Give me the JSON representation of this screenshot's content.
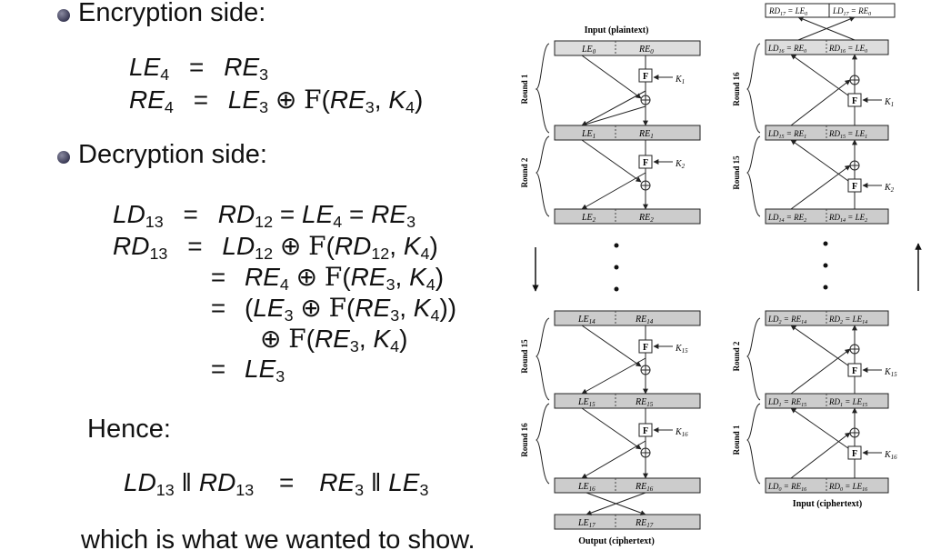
{
  "left": {
    "encryption_heading": "Encryption side:",
    "decryption_heading": "Decryption side:",
    "hence_label": "Hence:",
    "conclusion": "which is what we wanted to show.",
    "eq1": {
      "lhs": "LE",
      "lhs_sub": "4",
      "rel": "=",
      "rhs": "RE",
      "rhs_sub": "3"
    },
    "eq2": {
      "lhs": "RE",
      "lhs_sub": "4",
      "rel": "="
    },
    "dec_lhs1": "LD",
    "dec_lhs1_sub": "13",
    "dec_lhs2": "RD",
    "dec_lhs2_sub": "13"
  },
  "diagram": {
    "enc_top": "Input (plaintext)",
    "enc_bottom": "Output (ciphertext)",
    "dec_bottom": "Input (ciphertext)",
    "enc_rounds": [
      "Round 1",
      "Round 2",
      "Round 15",
      "Round 16"
    ],
    "dec_rounds": [
      "Round 16",
      "Round 15",
      "Round 2",
      "Round 1"
    ],
    "enc_keys": [
      "K1",
      "K2",
      "K15",
      "K16"
    ],
    "dec_keys": [
      "K1",
      "K2",
      "K15",
      "K16"
    ],
    "f_label": "F"
  }
}
